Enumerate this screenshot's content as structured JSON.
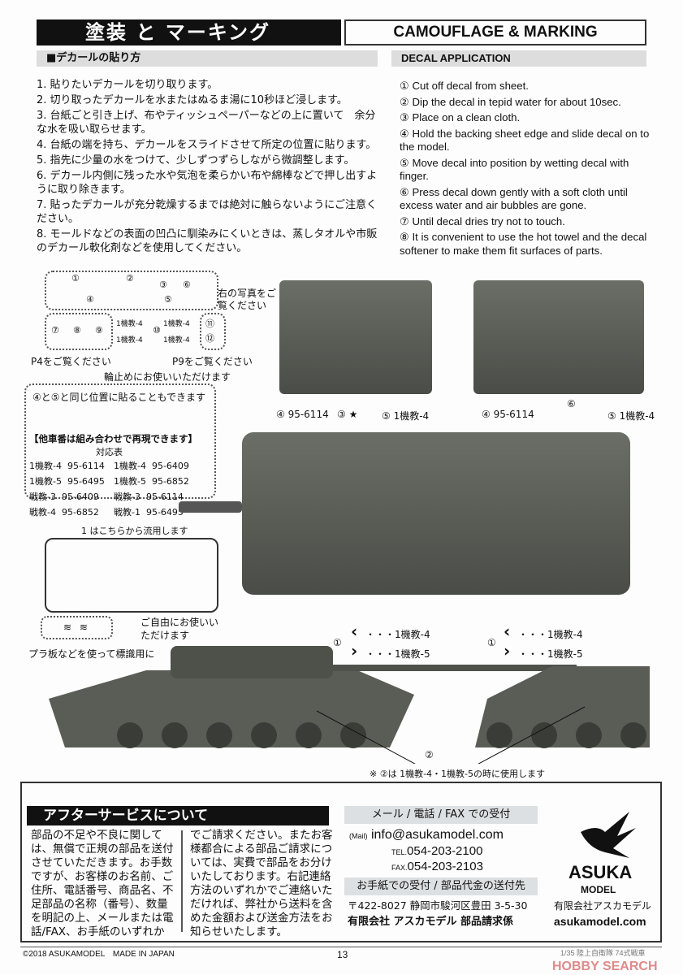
{
  "header": {
    "title_jp": "塗装 と マーキング",
    "title_en": "CAMOUFLAGE & MARKING"
  },
  "decal_jp": {
    "heading": "■デカールの貼り方",
    "steps": [
      "1. 貼りたいデカールを切り取ります。",
      "2. 切り取ったデカールを水またはぬるま湯に10秒ほど浸します。",
      "3. 台紙ごと引き上げ、布やティッシュペーパーなどの上に置いて　余分な水を吸い取らせます。",
      "4. 台紙の端を持ち、デカールをスライドさせて所定の位置に貼ります。",
      "5. 指先に少量の水をつけて、少しずつずらしながら微調整します。",
      "6. デカール内側に残った水や気泡を柔らかい布や綿棒などで押し出すように取り除きます。",
      "7. 貼ったデカールが充分乾燥するまでは絶対に触らないようにご注意ください。",
      "8. モールドなどの表面の凹凸に馴染みにくいときは、蒸しタオルや市販のデカール軟化剤などを使用してください。"
    ]
  },
  "decal_en": {
    "heading": "DECAL APPLICATION",
    "steps": [
      "① Cut off decal from sheet.",
      "② Dip the decal in tepid water for about 10sec.",
      "③ Place on a clean cloth.",
      "④ Hold the backing sheet edge and slide decal on to the model.",
      "⑤ Move decal into position by wetting decal with finger.",
      "⑥ Press decal down gently with a soft cloth until excess water and air bubbles are gone.",
      "⑦ Until decal dries try not to touch.",
      "⑧ It is convenient to use the hot towel and the decal softener to make them fit surfaces of parts."
    ]
  },
  "sheet": {
    "nums_top": [
      "①",
      "②",
      "③",
      "⑥",
      "④",
      "⑤"
    ],
    "nums_mid": [
      "⑦",
      "⑧",
      "⑨",
      "⑩",
      "⑪",
      "⑫"
    ],
    "mini": [
      "1機教-4",
      "1機教-4",
      "1機教-4",
      "1機教-4"
    ],
    "see_right": "右の写真をご覧ください",
    "see_p4": "P4をご覧ください",
    "see_p9": "P9をご覧ください",
    "wheel_chock": "輪止めにお使いいただけます",
    "same_pos": "④と⑤と同じ位置に貼ることもできます",
    "combo_title": "【他車番は組み合わせで再現できます】",
    "combo_sub": "対応表",
    "combo": [
      [
        "1機教-4  95-6114",
        "1機教-4  95-6409"
      ],
      [
        "1機教-5  95-6495",
        "1機教-5  95-6852"
      ],
      [
        "戦教-3  95-6409",
        "戦教-3  95-6114"
      ],
      [
        "戦教-4  95-6852",
        "戦教-1  95-6495"
      ]
    ],
    "reuse": "1 はこちらから流用します",
    "free_use": "ご自由にお使いいただけます",
    "plate": "プラ板などを使って標識用に"
  },
  "photos": {
    "front_labels": [
      "④ 95-6114",
      "③ ★",
      "⑤ 1機教-4"
    ],
    "rear_labels": [
      "④ 95-6114",
      "⑥",
      "⑤ 1機教-4"
    ]
  },
  "side": {
    "chev1": "・・・1機教-4",
    "chev2": "・・・1機教-5",
    "n1": "①",
    "n2": "②",
    "note": "※ ②は 1機教-4・1機教-5の時に使用します"
  },
  "service": {
    "title": "アフターサービスについて",
    "col1": "部品の不足や不良に関しては、無償で正規の部品を送付させていただきます。お手数ですが、お客様のお名前、ご住所、電話番号、商品名、不足部品の名称（番号）、数量を明記の上、メールまたは電話/FAX、お手紙のいずれか",
    "col2": "でご請求ください。またお客様都合による部品ご請求については、実費で部品をお分けいたしております。右記連絡方法のいずれかでご連絡いただければ、弊社から送料を含めた金額および送金方法をお知らせいたします。"
  },
  "contact": {
    "h1": "メール / 電話 / FAX での受付",
    "mail_label": "(Mail)",
    "mail": "info@asukamodel.com",
    "tel_label": "TEL.",
    "tel": "054-203-2100",
    "fax_label": "FAX.",
    "fax": "054-203-2103",
    "h2": "お手紙での受付 / 部品代金の送付先",
    "address": "〒422-8027 静岡市駿河区豊田 3-5-30",
    "dept": "有限会社 アスカモデル 部品請求係"
  },
  "logo": {
    "brand": "ASUKA",
    "sub": "MODEL",
    "company": "有限会社アスカモデル",
    "url": "asukamodel.com"
  },
  "footer": {
    "copyright": "©2018 ASUKAMODEL　MADE IN JAPAN",
    "page": "13",
    "product": "1/35 陸上自衛隊 74式戦車",
    "watermark": "HOBBY SEARCH"
  }
}
